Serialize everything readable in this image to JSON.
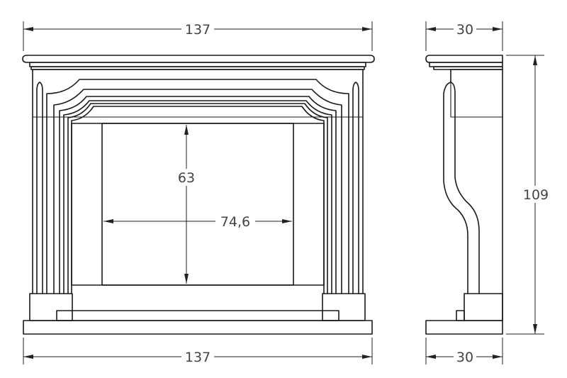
{
  "dimensions": {
    "front_top_width": "137",
    "front_bottom_width": "137",
    "opening_height": "63",
    "opening_width": "74,6",
    "side_top_depth": "30",
    "side_bottom_depth": "30",
    "total_height": "109"
  }
}
